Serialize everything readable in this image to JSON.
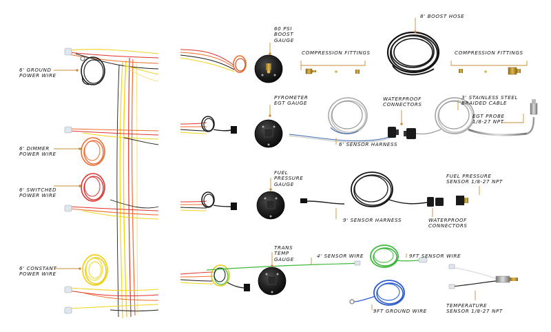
{
  "labels": {
    "ground_power_wire": [
      "6' GROUND",
      "POWER WIRE"
    ],
    "dimmer_power_wire": [
      "6' DIMMER",
      "POWER WIRE"
    ],
    "switched_power_wire": [
      "6' SWITCHED",
      "POWER WIRE"
    ],
    "constant_power_wire": [
      "6' CONSTANT",
      "POWER WIRE"
    ],
    "boost_gauge": [
      "60 PSI",
      "BOOST",
      "GAUGE"
    ],
    "compression_fittings_1": "COMPRESSION FITTINGS",
    "boost_hose": "8' BOOST HOSE",
    "compression_fittings_2": "COMPRESSION FITTINGS",
    "pyrometer_gauge": [
      "PYROMETER",
      "EGT GAUGE"
    ],
    "waterproof_connectors_1": [
      "WATERPROOF",
      "CONNECTORS"
    ],
    "stainless_cable": [
      "3' STAINLESS STEEL",
      "BRAIDED CABLE"
    ],
    "egt_probe": [
      "EGT PROBE",
      "1/8-27 NPT"
    ],
    "sensor_harness_6": "6' SENSOR HARNESS",
    "fuel_pressure_gauge": [
      "FUEL",
      "PRESSURE",
      "GAUGE"
    ],
    "fuel_pressure_sensor": [
      "FUEL PRESSURE",
      "SENSOR 1/8-27 NPT"
    ],
    "sensor_harness_9": "9' SENSOR HARNESS",
    "waterproof_connectors_2": [
      "WATERPROOF",
      "CONNECTORS"
    ],
    "trans_temp_gauge": [
      "TRANS",
      "TEMP",
      "GAUGE"
    ],
    "sensor_wire_4": "4' SENSOR WIRE",
    "sensor_wire_9ft": "9FT SENSOR WIRE",
    "ground_wire_9ft": "9FT GROUND WIRE",
    "temperature_sensor": [
      "TEMPERATURE",
      "SENSOR 1/8-27 NPT"
    ]
  },
  "colors": {
    "leader": "#c98a3a",
    "black_wire": "#1a1a1a",
    "red_wire": "#e0302a",
    "orange_wire": "#f06a2a",
    "yellow_wire": "#f2d21a",
    "green_wire": "#3cb83c",
    "blue_wire": "#2a5ad0",
    "braided": "#a8a8a8",
    "gauge_body": "#1c1c1c"
  }
}
